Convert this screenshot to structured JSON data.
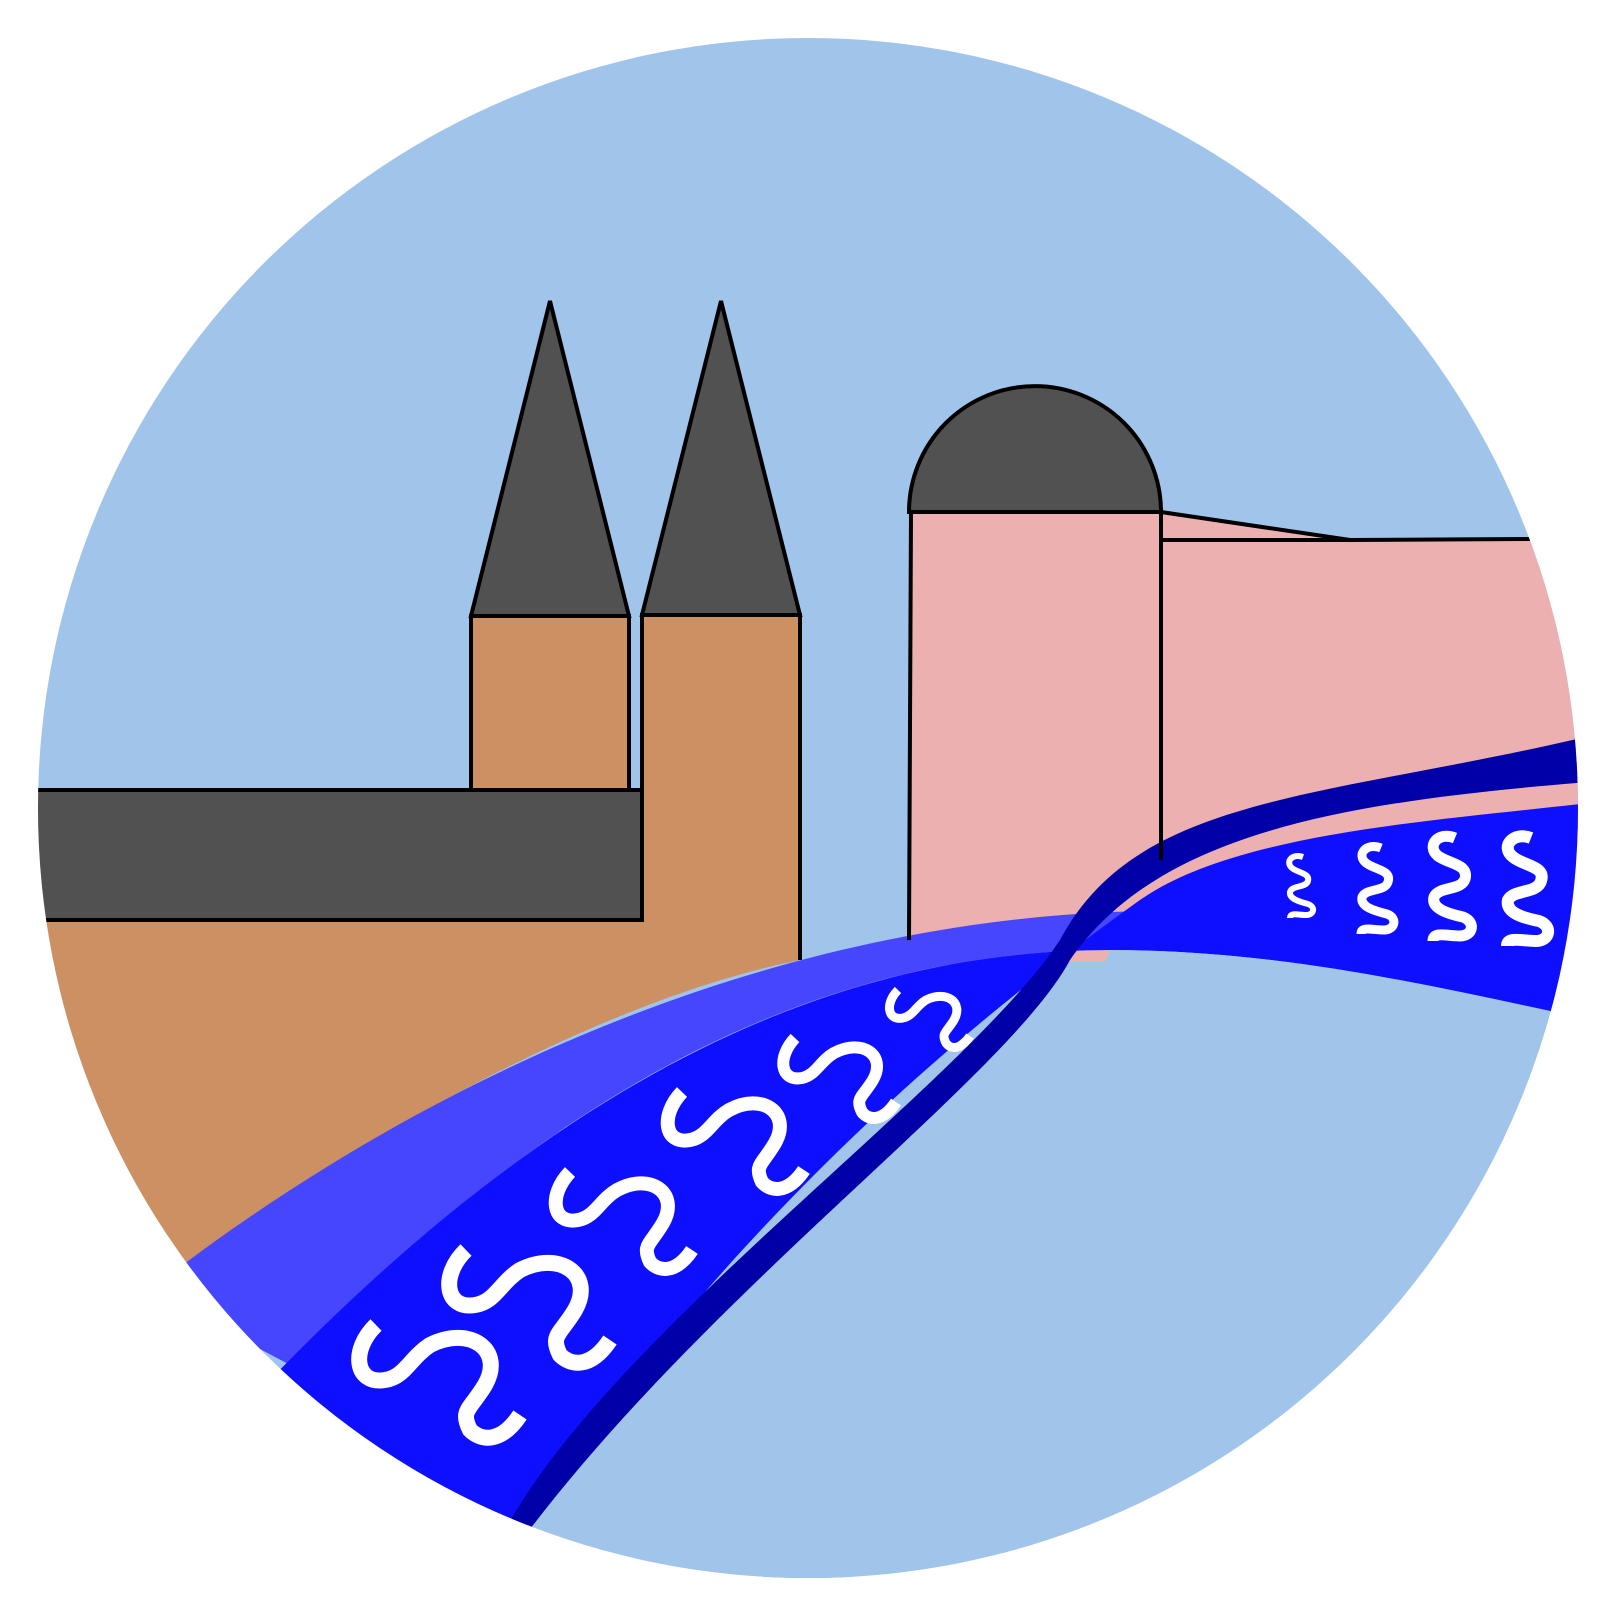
{
  "emblem": {
    "kind": "circular-logo",
    "colors": {
      "sky": "#a0c4ea",
      "ground_left": "#cd9062",
      "building_pink": "#ecb0b0",
      "roof": "#515151",
      "river_light": "#4646ff",
      "river_mid": "#0f0fff",
      "river_dark": "#0000a8",
      "outline": "#000000",
      "wave": "#ffffff"
    },
    "elements": [
      "sky",
      "left-wall-building",
      "left-spire-tower",
      "right-spire-tower",
      "domed-tower",
      "pink-building",
      "river",
      "river-waves"
    ]
  }
}
